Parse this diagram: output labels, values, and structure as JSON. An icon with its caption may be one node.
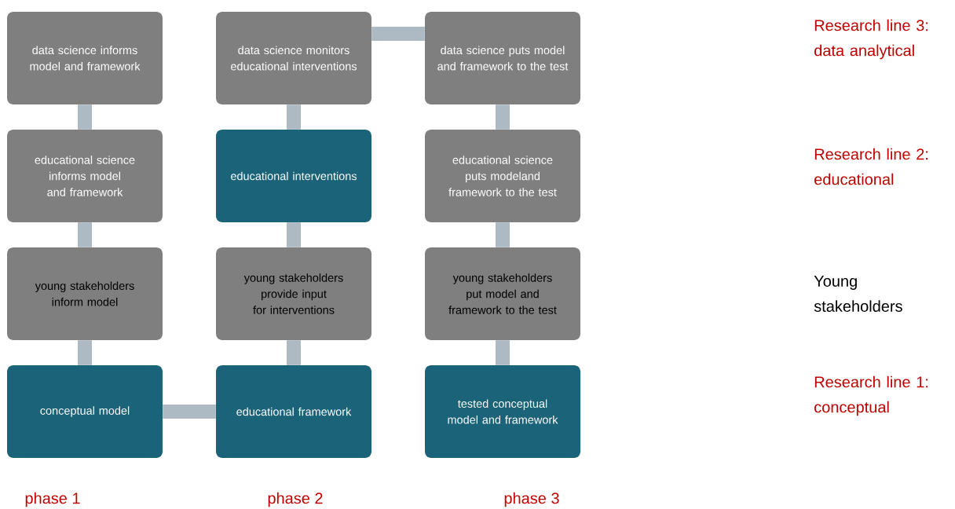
{
  "diagram": {
    "nodes": [
      {
        "text": [
          "data science informs model and framework"
        ]
      },
      {
        "text": [
          "data science monitors educational interventions"
        ]
      },
      {
        "text": [
          "data science puts model and framework to the test"
        ]
      },
      {
        "text": [
          "educational science informs model and framework"
        ]
      },
      {
        "text": [
          "educational interventions"
        ]
      },
      {
        "text": [
          "educational science puts modeland framework to the test"
        ]
      },
      {
        "text": [
          "young stakeholders inform model"
        ]
      },
      {
        "text": [
          "young stakeholders provide input for interventions"
        ]
      },
      {
        "text": [
          "young stakeholders put model and framework to the test"
        ]
      },
      {
        "text": [
          "conceptual model"
        ]
      },
      {
        "text": [
          "educational framework"
        ]
      },
      {
        "text": [
          "tested conceptual model and framework"
        ]
      }
    ],
    "edges": [
      {
        "from": 0,
        "to": 3,
        "arrow": "none"
      },
      {
        "from": 1,
        "to": 2,
        "arrow": "none"
      },
      {
        "from": 1,
        "to": 4,
        "arrow": "none"
      },
      {
        "from": 2,
        "to": 5,
        "arrow": "none"
      },
      {
        "from": 3,
        "to": 6,
        "arrow": "none"
      },
      {
        "from": 4,
        "to": 7,
        "arrow": "none"
      },
      {
        "from": 5,
        "to": 8,
        "arrow": "none"
      },
      {
        "from": 6,
        "to": 9,
        "arrow": "none"
      },
      {
        "from": 7,
        "to": 10,
        "arrow": "none"
      },
      {
        "from": 8,
        "to": 11,
        "arrow": "none"
      },
      {
        "from": 9,
        "to": 10,
        "arrow": "none"
      }
    ],
    "labels": [
      "Research line 3: data analytical",
      "Research line 2: educational",
      "Young stakeholders",
      "Research line 1: conceptual",
      "phase 1",
      "phase 2",
      "phase 3"
    ]
  }
}
